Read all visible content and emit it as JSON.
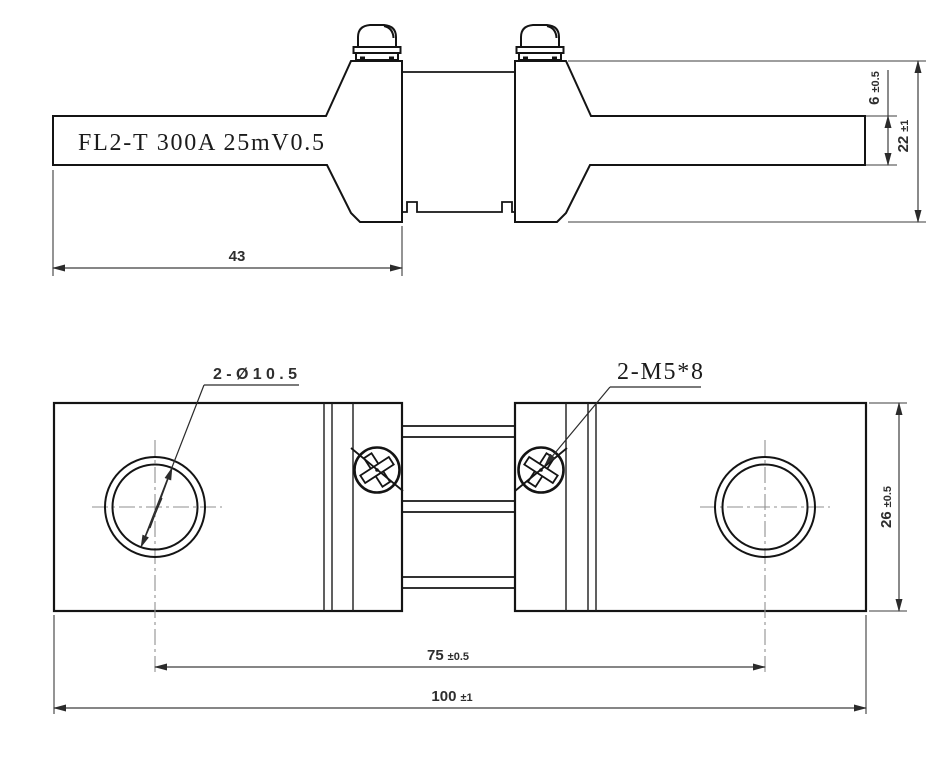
{
  "drawing": {
    "product_label": "FL2-T 300A 25mV0.5",
    "side_view": {
      "dim_blade_length": "43",
      "dim_blade_thickness": {
        "value": "6",
        "tol": "±0.5"
      },
      "dim_total_height": {
        "value": "22",
        "tol": "±1"
      }
    },
    "plan_view": {
      "holes_label": "2-Ø10.5",
      "screws_label": "2-M5*8",
      "dim_width": {
        "value": "26",
        "tol": "±0.5"
      },
      "dim_hole_spacing": {
        "value": "75",
        "tol": "±0.5"
      },
      "dim_overall_length": {
        "value": "100",
        "tol": "±1"
      }
    }
  }
}
